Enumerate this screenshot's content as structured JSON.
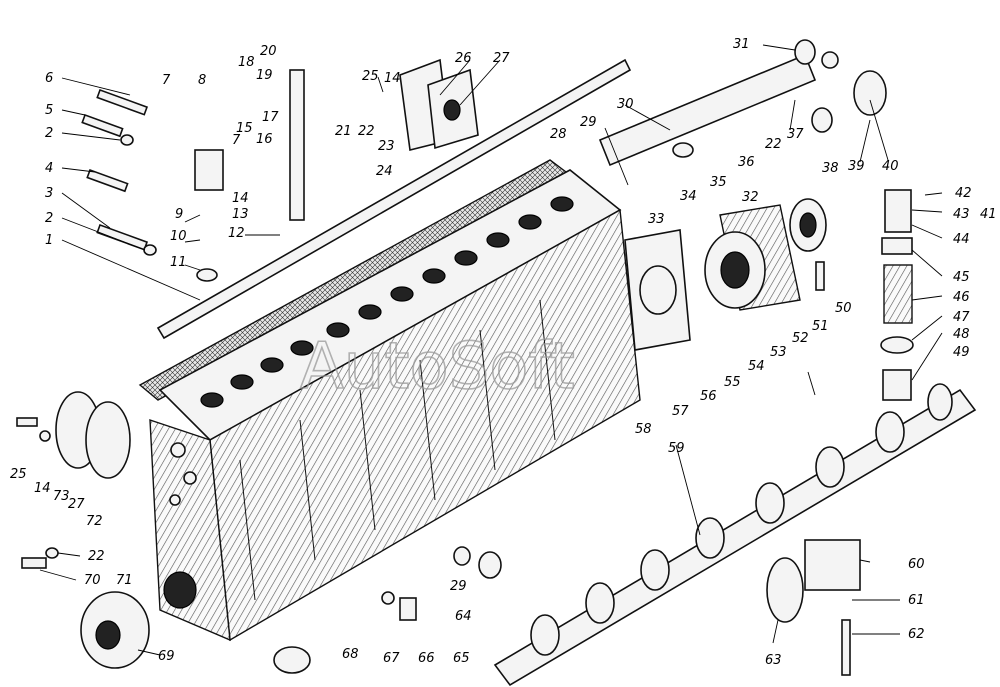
{
  "watermark": "AutoSoft",
  "labels": [
    {
      "id": "6",
      "text": "6"
    },
    {
      "id": "5",
      "text": "5"
    },
    {
      "id": "2a",
      "text": "2"
    },
    {
      "id": "4",
      "text": "4"
    },
    {
      "id": "3",
      "text": "3"
    },
    {
      "id": "2b",
      "text": "2"
    },
    {
      "id": "1",
      "text": "1"
    },
    {
      "id": "7a",
      "text": "7"
    },
    {
      "id": "8",
      "text": "8"
    },
    {
      "id": "9",
      "text": "9"
    },
    {
      "id": "10",
      "text": "10"
    },
    {
      "id": "11",
      "text": "11"
    },
    {
      "id": "7b",
      "text": "7"
    },
    {
      "id": "14a",
      "text": "14"
    },
    {
      "id": "13",
      "text": "13"
    },
    {
      "id": "12",
      "text": "12"
    },
    {
      "id": "15",
      "text": "15"
    },
    {
      "id": "16",
      "text": "16"
    },
    {
      "id": "17",
      "text": "17"
    },
    {
      "id": "18",
      "text": "18"
    },
    {
      "id": "19",
      "text": "19"
    },
    {
      "id": "20",
      "text": "20"
    },
    {
      "id": "25a",
      "text": "25"
    },
    {
      "id": "14b",
      "text": "14"
    },
    {
      "id": "26",
      "text": "26"
    },
    {
      "id": "27a",
      "text": "27"
    },
    {
      "id": "21",
      "text": "21"
    },
    {
      "id": "22a",
      "text": "22"
    },
    {
      "id": "23",
      "text": "23"
    },
    {
      "id": "24",
      "text": "24"
    },
    {
      "id": "28",
      "text": "28"
    },
    {
      "id": "29a",
      "text": "29"
    },
    {
      "id": "30",
      "text": "30"
    },
    {
      "id": "31",
      "text": "31"
    },
    {
      "id": "37",
      "text": "37"
    },
    {
      "id": "22b",
      "text": "22"
    },
    {
      "id": "36",
      "text": "36"
    },
    {
      "id": "35",
      "text": "35"
    },
    {
      "id": "34",
      "text": "34"
    },
    {
      "id": "33",
      "text": "33"
    },
    {
      "id": "32",
      "text": "32"
    },
    {
      "id": "39",
      "text": "39"
    },
    {
      "id": "40",
      "text": "40"
    },
    {
      "id": "38",
      "text": "38"
    },
    {
      "id": "42",
      "text": "42"
    },
    {
      "id": "43",
      "text": "43"
    },
    {
      "id": "41",
      "text": "41"
    },
    {
      "id": "44",
      "text": "44"
    },
    {
      "id": "45",
      "text": "45"
    },
    {
      "id": "46",
      "text": "46"
    },
    {
      "id": "47",
      "text": "47"
    },
    {
      "id": "48",
      "text": "48"
    },
    {
      "id": "49",
      "text": "49"
    },
    {
      "id": "50",
      "text": "50"
    },
    {
      "id": "51",
      "text": "51"
    },
    {
      "id": "52",
      "text": "52"
    },
    {
      "id": "53",
      "text": "53"
    },
    {
      "id": "54",
      "text": "54"
    },
    {
      "id": "55",
      "text": "55"
    },
    {
      "id": "56",
      "text": "56"
    },
    {
      "id": "57",
      "text": "57"
    },
    {
      "id": "58",
      "text": "58"
    },
    {
      "id": "59",
      "text": "59"
    },
    {
      "id": "60",
      "text": "60"
    },
    {
      "id": "61",
      "text": "61"
    },
    {
      "id": "62",
      "text": "62"
    },
    {
      "id": "63",
      "text": "63"
    },
    {
      "id": "65",
      "text": "65"
    },
    {
      "id": "66",
      "text": "66"
    },
    {
      "id": "67",
      "text": "67"
    },
    {
      "id": "68",
      "text": "68"
    },
    {
      "id": "69",
      "text": "69"
    },
    {
      "id": "70",
      "text": "70"
    },
    {
      "id": "71",
      "text": "71"
    },
    {
      "id": "72",
      "text": "72"
    },
    {
      "id": "73",
      "text": "73"
    },
    {
      "id": "27b",
      "text": "27"
    },
    {
      "id": "14c",
      "text": "14"
    },
    {
      "id": "25b",
      "text": "25"
    },
    {
      "id": "22c",
      "text": "22"
    },
    {
      "id": "29b",
      "text": "29"
    },
    {
      "id": "64",
      "text": "64"
    }
  ]
}
